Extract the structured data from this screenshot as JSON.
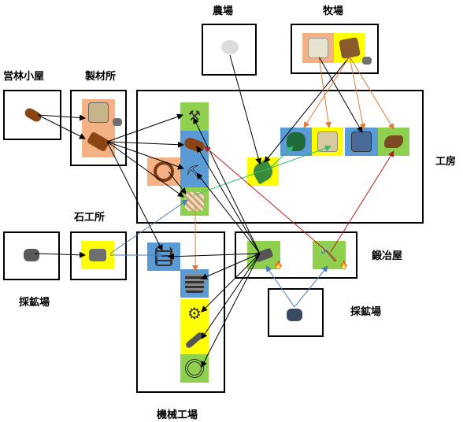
{
  "labels": {
    "farm": "農場",
    "ranch": "牧場",
    "forester": "営林小屋",
    "sawmill": "製材所",
    "workshop": "工房",
    "mason": "石工所",
    "smithy": "鍛冶屋",
    "mine_left": "採鉱場",
    "mine_right": "採鉱場",
    "machine_factory": "機械工場"
  },
  "colors": {
    "green": "#8fd14f",
    "blue": "#5b9bd5",
    "yellow": "#ffff00",
    "salmon": "#f4b183",
    "arrow_black": "#000000",
    "arrow_orange": "#e07b39",
    "arrow_green": "#2ebd6b",
    "arrow_blue": "#4a7ebb",
    "arrow_red": "#b22222"
  },
  "items": {
    "cotton": "cotton-icon",
    "wool": "wool-icon",
    "leather": "leather-icon",
    "log": "log-icon",
    "wood_ore": "rough-wood-icon",
    "plank": "plank-icon",
    "stone": "stone-icon",
    "cut_stone": "cut-stone-icon",
    "ore": "ore-icon",
    "ingot": "ingot-icon",
    "hammer": "hammer-icon",
    "axe": "axe-icon",
    "pickaxe": "pickaxe-icon",
    "wheel": "wheel-icon",
    "rope": "rope-icon",
    "cloth": "cloth-icon",
    "shirt": "shirt-icon",
    "coat": "coat-icon",
    "boot": "boot-icon",
    "leaf": "leaf-icon",
    "ladder": "ladder-icon",
    "spring": "spring-icon",
    "gear": "gear-icon",
    "pipe": "pipe-icon",
    "rim": "rim-icon"
  }
}
